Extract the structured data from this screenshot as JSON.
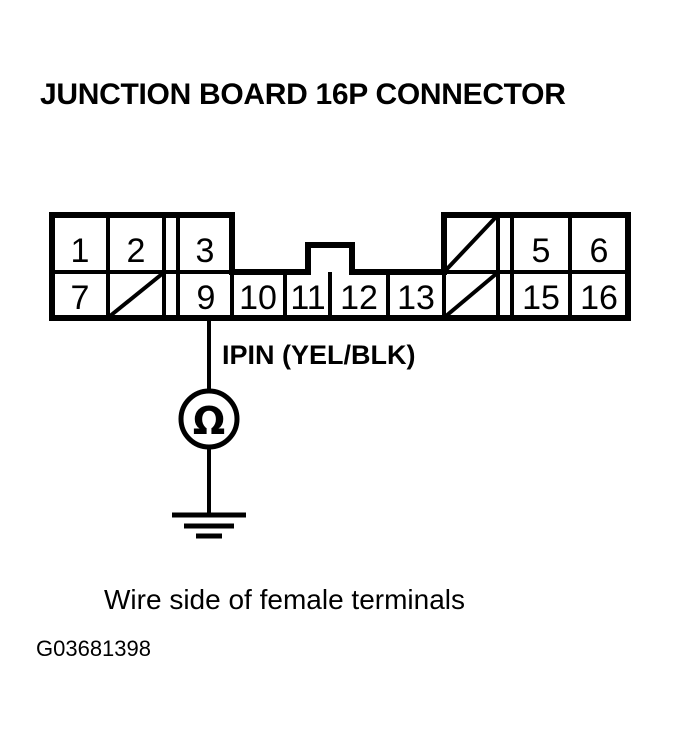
{
  "figure": {
    "title": "JUNCTION BOARD 16P CONNECTOR",
    "caption": "Wire side of female terminals",
    "figure_id": "G03681398",
    "ink_color": "#000000",
    "background_color": "#ffffff"
  },
  "connector": {
    "name": "Junction Board 16P Connector",
    "pin_count": 16,
    "top_row": [
      {
        "label": "1",
        "type": "pin"
      },
      {
        "label": "2",
        "type": "pin"
      },
      {
        "label": "",
        "type": "keyway"
      },
      {
        "label": "3",
        "type": "pin"
      },
      {
        "label": "",
        "type": "notch"
      },
      {
        "label": "",
        "type": "blocked"
      },
      {
        "label": "",
        "type": "keyway"
      },
      {
        "label": "5",
        "type": "pin"
      },
      {
        "label": "6",
        "type": "pin"
      }
    ],
    "bottom_row": [
      {
        "label": "7",
        "type": "pin"
      },
      {
        "label": "",
        "type": "blocked"
      },
      {
        "label": "",
        "type": "keyway"
      },
      {
        "label": "9",
        "type": "pin"
      },
      {
        "label": "10",
        "type": "pin"
      },
      {
        "label": "11",
        "type": "pin"
      },
      {
        "label": "12",
        "type": "pin"
      },
      {
        "label": "13",
        "type": "pin"
      },
      {
        "label": "",
        "type": "blocked"
      },
      {
        "label": "",
        "type": "keyway"
      },
      {
        "label": "15",
        "type": "pin"
      },
      {
        "label": "16",
        "type": "pin"
      }
    ]
  },
  "measurement": {
    "probe_label": "IPIN (YEL/BLK)",
    "probe_pin": "9",
    "instrument": "ohmmeter",
    "instrument_symbol": "Ω",
    "reference": "ground"
  }
}
